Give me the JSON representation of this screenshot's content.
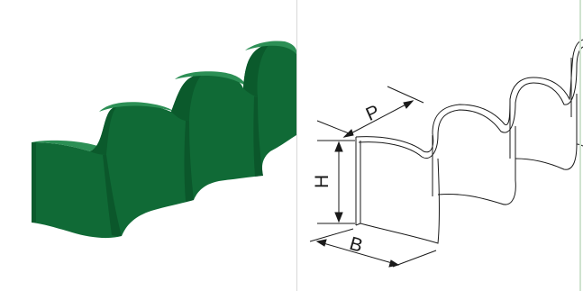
{
  "panels": {
    "left": {
      "view": "shaded-render"
    },
    "right": {
      "view": "dimension-drawing"
    }
  },
  "dimensions": {
    "pitch_label": "P",
    "height_label": "H",
    "width_label": "B"
  },
  "colors": {
    "belt_front": "#106a36",
    "belt_side": "#0b5a2c",
    "belt_top": "#2c8f55",
    "belt_shadow": "#084722",
    "line_art": "#1a1a1a",
    "background": "#ffffff",
    "frame": "#d8d8d8"
  }
}
